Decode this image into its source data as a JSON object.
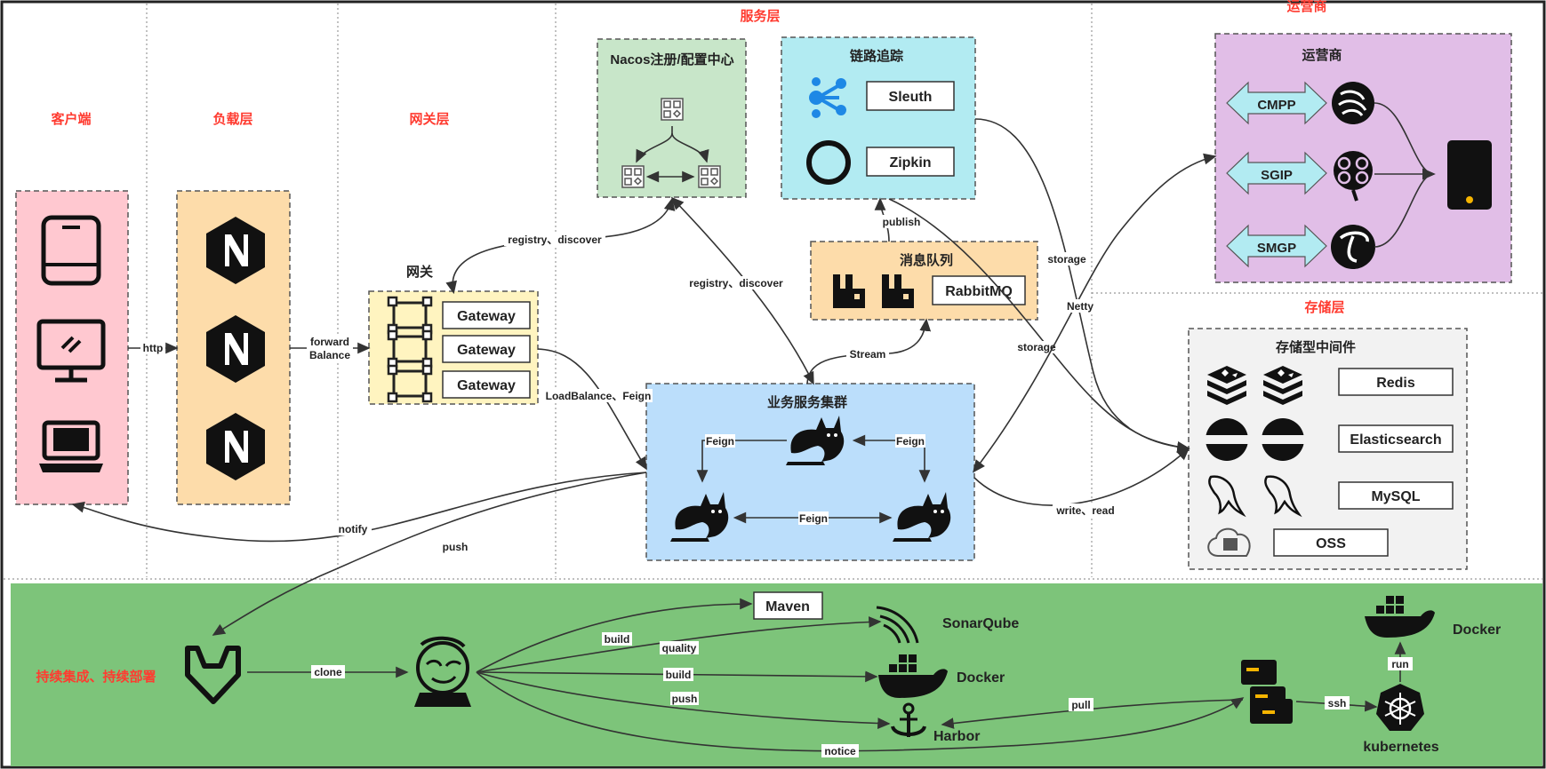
{
  "layers": {
    "client": "客户端",
    "load": "负载层",
    "gateway": "网关层",
    "service": "服务层",
    "operator": "运营商",
    "storage": "存储层",
    "cicd": "持续集成、持续部署"
  },
  "nacos": {
    "title": "Nacos注册/配置中心"
  },
  "tracing": {
    "title": "链路追踪",
    "sleuth": "Sleuth",
    "zipkin": "Zipkin"
  },
  "mq": {
    "title": "消息队列",
    "rabbit": "RabbitMQ"
  },
  "gateway_box": {
    "title": "网关",
    "items": [
      "Gateway",
      "Gateway",
      "Gateway"
    ]
  },
  "cluster": {
    "title": "业务服务集群",
    "feign1": "Feign",
    "feign2": "Feign",
    "feign3": "Feign"
  },
  "operator_box": {
    "title": "运营商",
    "protocols": [
      "CMPP",
      "SGIP",
      "SMGP"
    ]
  },
  "storage_box": {
    "title": "存储型中间件",
    "items": [
      "Redis",
      "Elasticsearch",
      "MySQL",
      "OSS"
    ]
  },
  "edges": {
    "http": "http",
    "forward": "forward",
    "balance": "Balance",
    "registry1": "registry、discover",
    "registry2": "registry、discover",
    "loadbalance": "LoadBalance、Feign",
    "publish": "publish",
    "stream": "Stream",
    "storage1": "storage",
    "storage2": "storage",
    "netty": "Netty",
    "write_read": "write、read",
    "notify": "notify",
    "push": "push"
  },
  "cicd": {
    "maven": "Maven",
    "sonar": "SonarQube",
    "docker1": "Docker",
    "harbor": "Harbor",
    "docker2": "Docker",
    "kubernetes": "kubernetes",
    "clone": "clone",
    "build1": "build",
    "quality": "quality",
    "build2": "build",
    "push": "push",
    "pull": "pull",
    "ssh": "ssh",
    "run": "run",
    "notice": "notice"
  },
  "colors": {
    "client": "#ffc8d0",
    "load": "#fddcaa",
    "gateway": "#fff4c0",
    "nacos": "#c8e6c9",
    "tracing": "#b2ebf2",
    "mq": "#fddcaa",
    "cluster": "#bbdefb",
    "operator": "#e1bee7",
    "storage": "#f2f2f2",
    "cicd": "#7dc47a",
    "layer_title": "#ff3b30"
  }
}
